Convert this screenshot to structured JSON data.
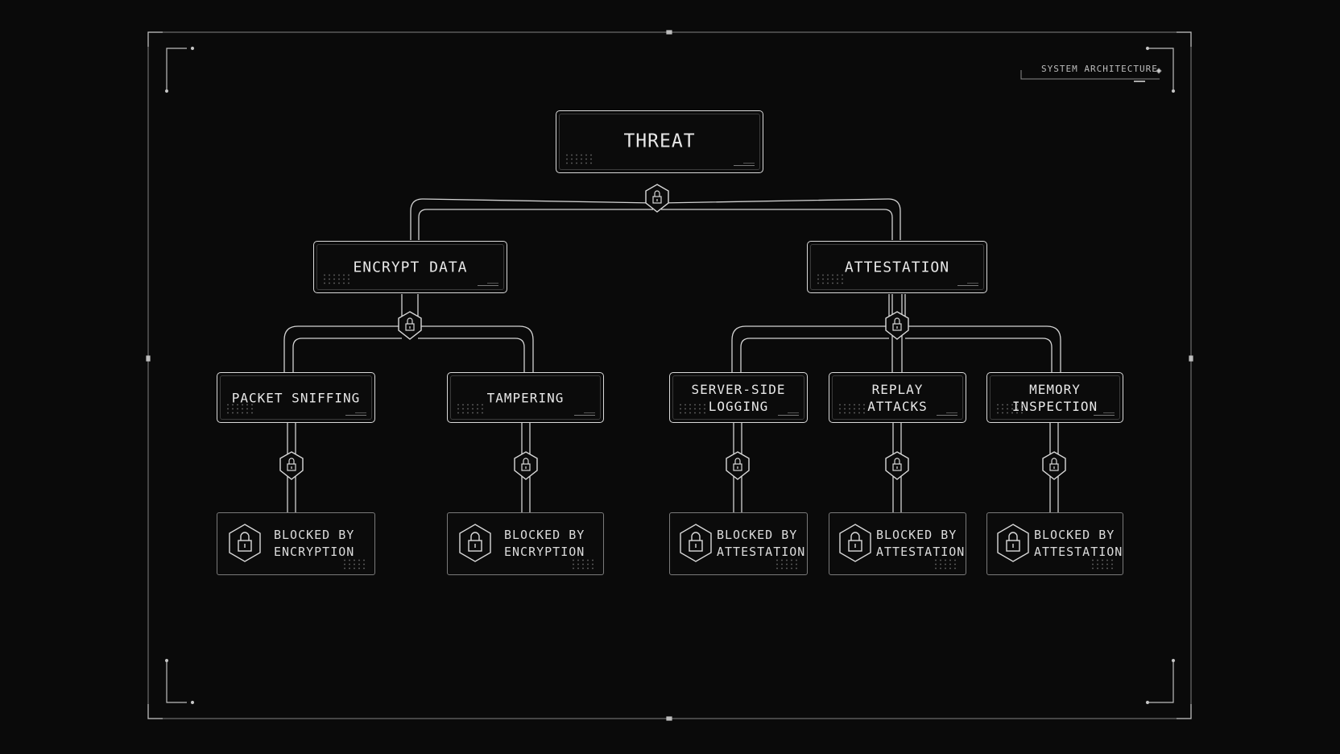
{
  "header": {
    "system_label": "SYSTEM ARCHITECTURE"
  },
  "diagram": {
    "root": {
      "label": "THREAT"
    },
    "branches": [
      {
        "label": "ENCRYPT DATA",
        "threats": [
          {
            "label": "PACKET SNIFFING",
            "result": "BLOCKED BY\nENCRYPTION"
          },
          {
            "label": "TAMPERING",
            "result": "BLOCKED BY\nENCRYPTION"
          }
        ]
      },
      {
        "label": "ATTESTATION",
        "threats": [
          {
            "label": "SERVER-SIDE\nLOGGING",
            "result": "BLOCKED BY\nATTESTATION"
          },
          {
            "label": "REPLAY\nATTACKS",
            "result": "BLOCKED BY\nATTESTATION"
          },
          {
            "label": "MEMORY\nINSPECTION",
            "result": "BLOCKED BY\nATTESTATION"
          }
        ]
      }
    ]
  },
  "icons": {
    "connector_icon": "shield-lock-icon",
    "result_icon": "hexagon-lock-icon"
  },
  "colors": {
    "background": "#0a0a0a",
    "line": "#d9d9d9",
    "frame": "#6e6e6e"
  }
}
